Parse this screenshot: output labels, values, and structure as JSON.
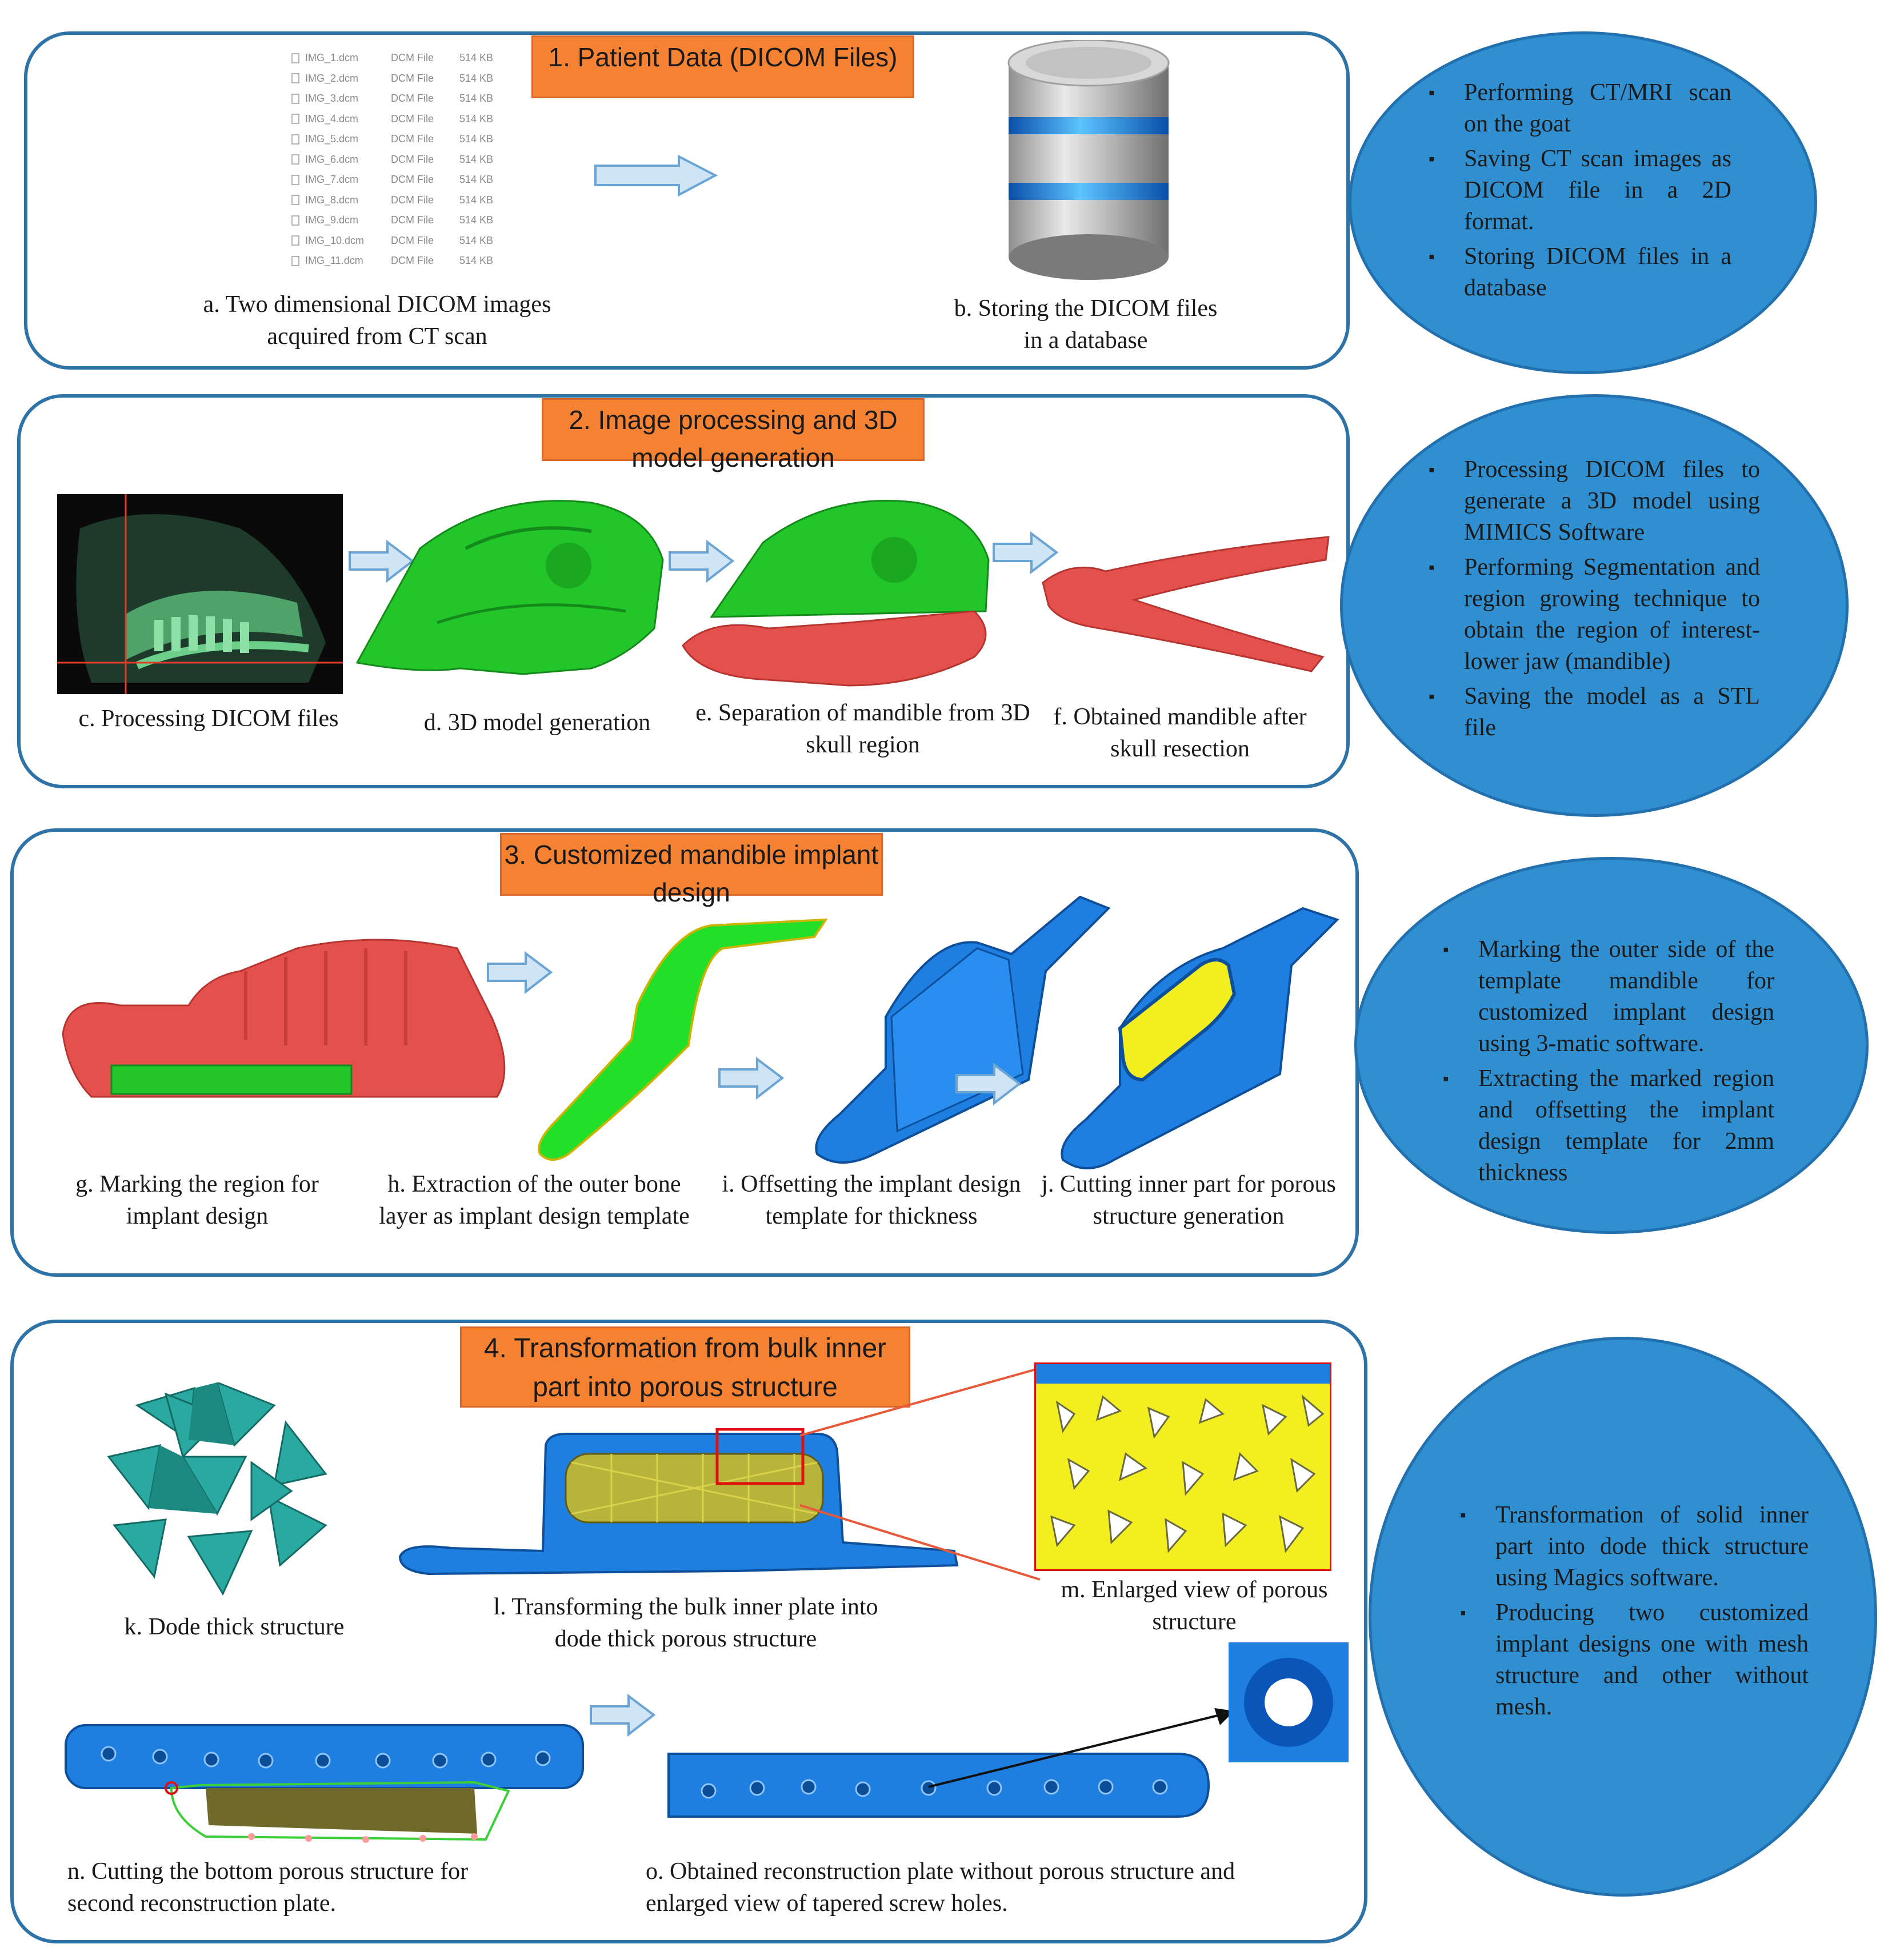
{
  "sections": [
    {
      "title": "1. Patient Data (DICOM Files)",
      "captions": {
        "a": "a. Two dimensional DICOM images acquired from CT scan",
        "b": "b. Storing the DICOM files in a database"
      },
      "files": [
        {
          "name": "IMG_1.dcm",
          "type": "DCM File",
          "size": "514 KB"
        },
        {
          "name": "IMG_2.dcm",
          "type": "DCM File",
          "size": "514 KB"
        },
        {
          "name": "IMG_3.dcm",
          "type": "DCM File",
          "size": "514 KB"
        },
        {
          "name": "IMG_4.dcm",
          "type": "DCM File",
          "size": "514 KB"
        },
        {
          "name": "IMG_5.dcm",
          "type": "DCM File",
          "size": "514 KB"
        },
        {
          "name": "IMG_6.dcm",
          "type": "DCM File",
          "size": "514 KB"
        },
        {
          "name": "IMG_7.dcm",
          "type": "DCM File",
          "size": "514 KB"
        },
        {
          "name": "IMG_8.dcm",
          "type": "DCM File",
          "size": "514 KB"
        },
        {
          "name": "IMG_9.dcm",
          "type": "DCM File",
          "size": "514 KB"
        },
        {
          "name": "IMG_10.dcm",
          "type": "DCM File",
          "size": "514 KB"
        },
        {
          "name": "IMG_11.dcm",
          "type": "DCM File",
          "size": "514 KB"
        }
      ],
      "bullets": [
        "Performing CT/MRI scan on the goat",
        "Saving CT scan images as DICOM file in a 2D format.",
        "Storing DICOM files in a database"
      ]
    },
    {
      "title": "2. Image processing and 3D model generation",
      "captions": {
        "c": "c. Processing DICOM files",
        "d": "d. 3D model generation",
        "e": "e. Separation of mandible from 3D skull region",
        "f": "f. Obtained mandible after skull resection"
      },
      "bullets": [
        "Processing DICOM files to generate a 3D model using MIMICS Software",
        "Performing Segmentation and region growing technique to obtain the region of interest-lower jaw (mandible)",
        "Saving the model as a STL file"
      ]
    },
    {
      "title": "3. Customized mandible implant design",
      "captions": {
        "g": "g. Marking the region for implant design",
        "h": "h. Extraction of the outer bone layer as implant design template",
        "i": "i. Offsetting the implant design template for thickness",
        "j": "j. Cutting inner part for porous structure generation"
      },
      "bullets": [
        "Marking the outer side of the template mandible for customized implant design using 3-matic software.",
        "Extracting the marked region and offsetting the implant design template for 2mm thickness"
      ]
    },
    {
      "title": "4. Transformation from bulk inner part into porous structure",
      "captions": {
        "k": "k. Dode thick structure",
        "l": "l. Transforming the bulk inner plate into dode thick porous structure",
        "m": "m. Enlarged view of porous structure",
        "n": "n. Cutting the bottom porous structure for second reconstruction plate.",
        "o": "o. Obtained reconstruction plate without porous structure and enlarged view of tapered screw holes."
      },
      "bullets": [
        "Transformation of solid inner part into dode thick structure using Magics software.",
        "Producing two customized implant designs one with mesh structure and other without mesh."
      ]
    }
  ],
  "colors": {
    "panel_border": "#2e73a8",
    "title_fill": "#f58233",
    "ellipse_fill": "#2f8fd0",
    "arrow_fill": "#cfe4f5",
    "model_green": "#22c52a",
    "mandible_red": "#e4514d",
    "implant_blue": "#1f7fe0",
    "porous_yellow": "#f2ee1f",
    "dode_teal": "#2aa9a0"
  }
}
